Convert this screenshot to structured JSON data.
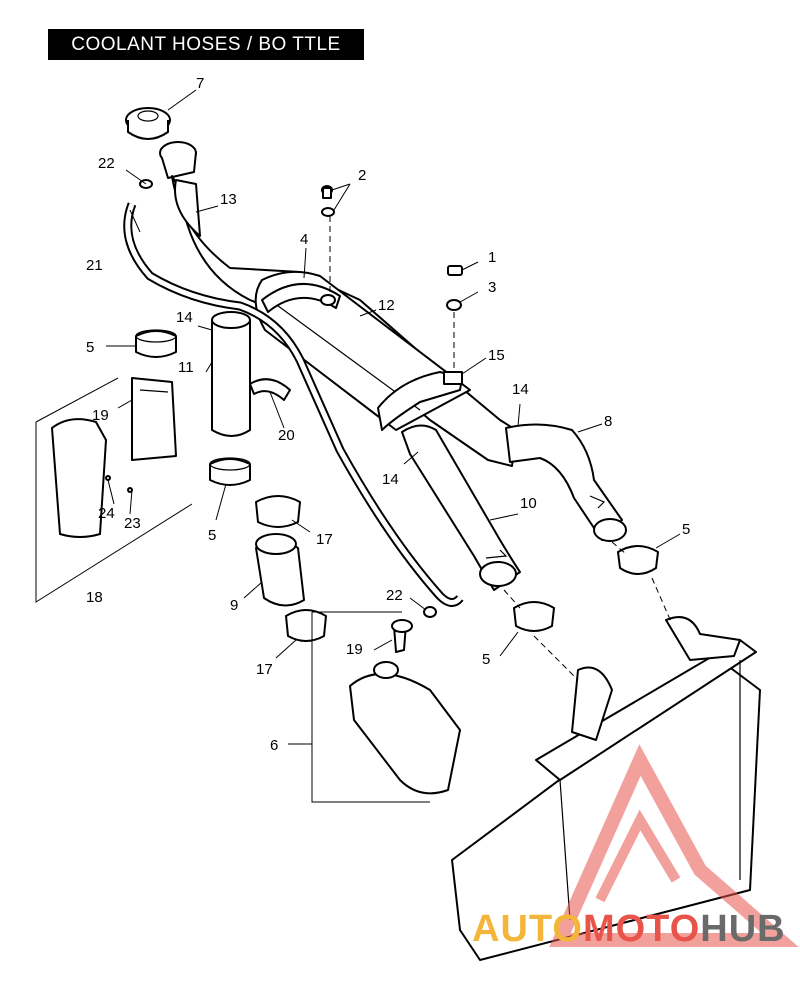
{
  "title": "COOLANT HOSES / BO TTLE",
  "callouts": [
    {
      "id": "c1",
      "text": "1"
    },
    {
      "id": "c2",
      "text": "2"
    },
    {
      "id": "c3",
      "text": "3"
    },
    {
      "id": "c4",
      "text": "4"
    },
    {
      "id": "c5a",
      "text": "5"
    },
    {
      "id": "c5b",
      "text": "5"
    },
    {
      "id": "c5c",
      "text": "5"
    },
    {
      "id": "c5d",
      "text": "5"
    },
    {
      "id": "c6",
      "text": "6"
    },
    {
      "id": "c7",
      "text": "7"
    },
    {
      "id": "c8",
      "text": "8"
    },
    {
      "id": "c9",
      "text": "9"
    },
    {
      "id": "c10",
      "text": "10"
    },
    {
      "id": "c11",
      "text": "11"
    },
    {
      "id": "c12",
      "text": "12"
    },
    {
      "id": "c13",
      "text": "13"
    },
    {
      "id": "c14a",
      "text": "14"
    },
    {
      "id": "c14b",
      "text": "14"
    },
    {
      "id": "c14c",
      "text": "14"
    },
    {
      "id": "c15",
      "text": "15"
    },
    {
      "id": "c17a",
      "text": "17"
    },
    {
      "id": "c17b",
      "text": "17"
    },
    {
      "id": "c18",
      "text": "18"
    },
    {
      "id": "c19a",
      "text": "19"
    },
    {
      "id": "c19b",
      "text": "19"
    },
    {
      "id": "c20",
      "text": "20"
    },
    {
      "id": "c21",
      "text": "21"
    },
    {
      "id": "c22a",
      "text": "22"
    },
    {
      "id": "c22b",
      "text": "22"
    },
    {
      "id": "c23",
      "text": "23"
    },
    {
      "id": "c24",
      "text": "24"
    }
  ],
  "watermark": {
    "part1": "AUTO",
    "part2": "MOTO",
    "part3": "HUB",
    "colors": {
      "orange": "#f4b63a",
      "red": "#e8534a",
      "gray": "#6a6a6a"
    }
  }
}
